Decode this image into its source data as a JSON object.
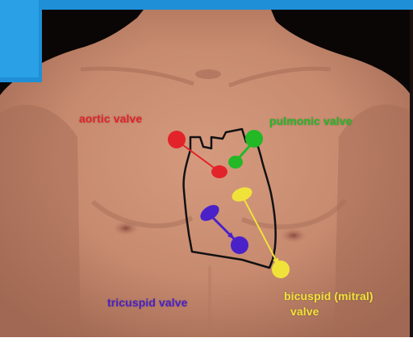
{
  "labels": {
    "aortic": "aortic valve",
    "pulmonic": "pulmonic valve",
    "tricuspid": "tricuspid valve",
    "mitral_line1": "bicuspid (mitral)",
    "mitral_line2": "valve"
  },
  "colors": {
    "aortic": "#e3232a",
    "pulmonic": "#22b826",
    "tricuspid": "#4a21c9",
    "mitral": "#f1e23a",
    "frame_blue": "#1f8fd8",
    "skin": "#c98a6f",
    "background": "#0a0605"
  }
}
